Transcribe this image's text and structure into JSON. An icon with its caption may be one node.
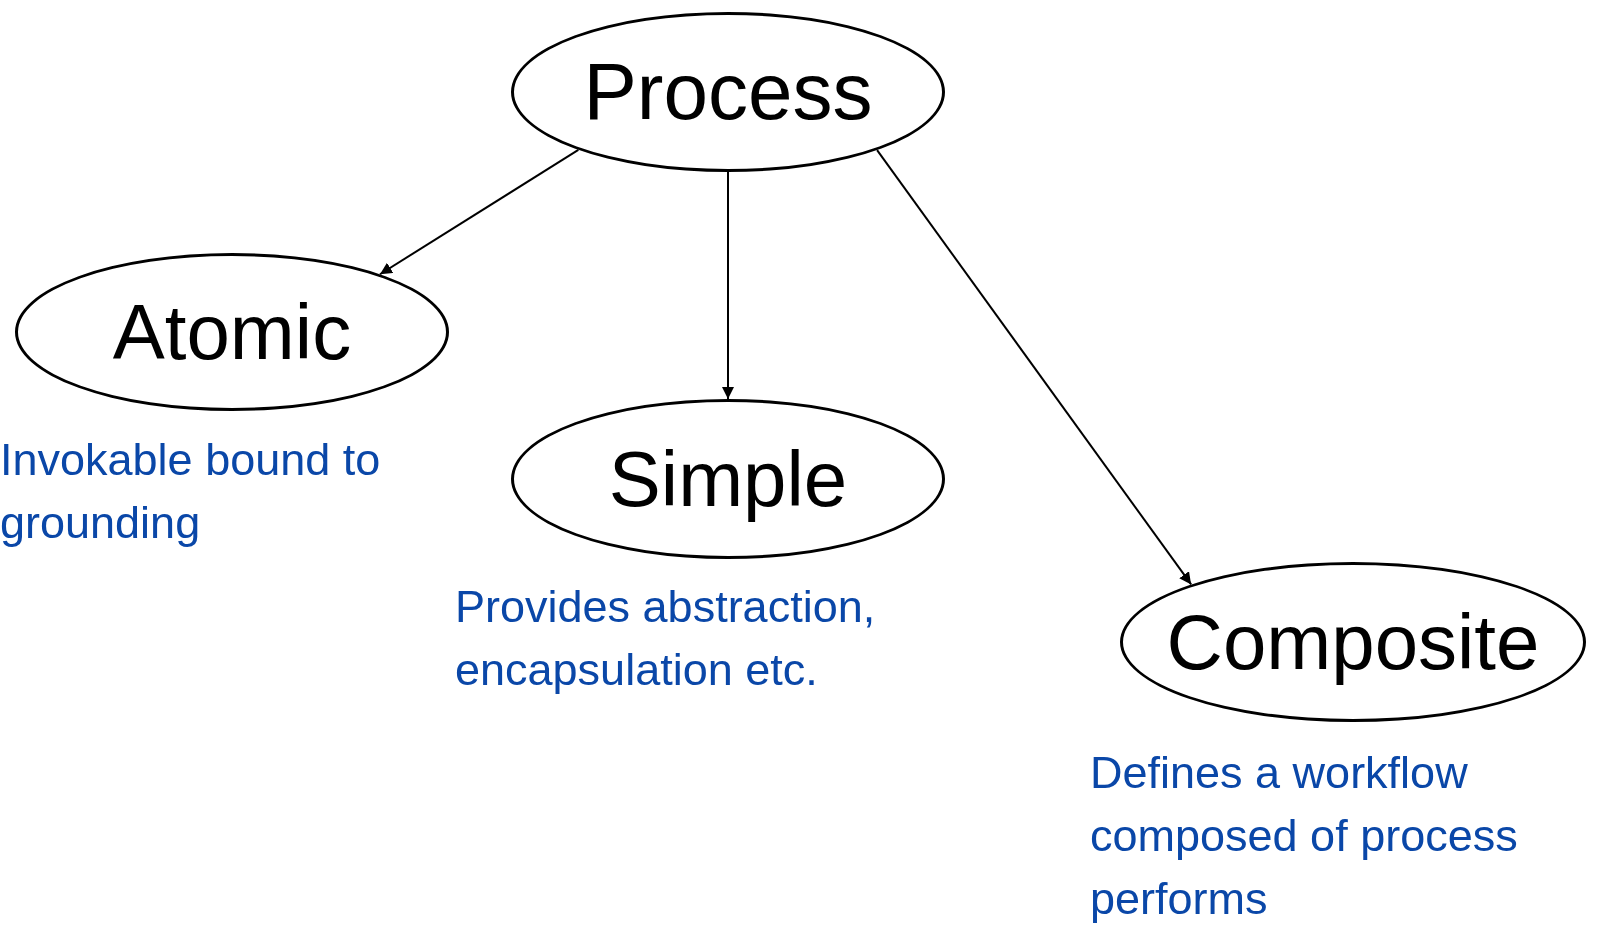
{
  "diagram": {
    "nodes": [
      {
        "text": [
          "Process"
        ]
      },
      {
        "text": [
          "Atomic"
        ],
        "beside": [
          "Invokable bound to grounding"
        ]
      },
      {
        "text": [
          "Simple"
        ],
        "beside": [
          "Provides abstraction, encapsulation etc."
        ]
      },
      {
        "text": [
          "Composite"
        ],
        "beside": [
          "Defines a workflow composed of process performs"
        ]
      }
    ],
    "edges": [
      {
        "from": 0,
        "to": 1,
        "arrow": "to"
      },
      {
        "from": 0,
        "to": 2,
        "arrow": "to"
      },
      {
        "from": 0,
        "to": 3,
        "arrow": "to"
      }
    ]
  }
}
